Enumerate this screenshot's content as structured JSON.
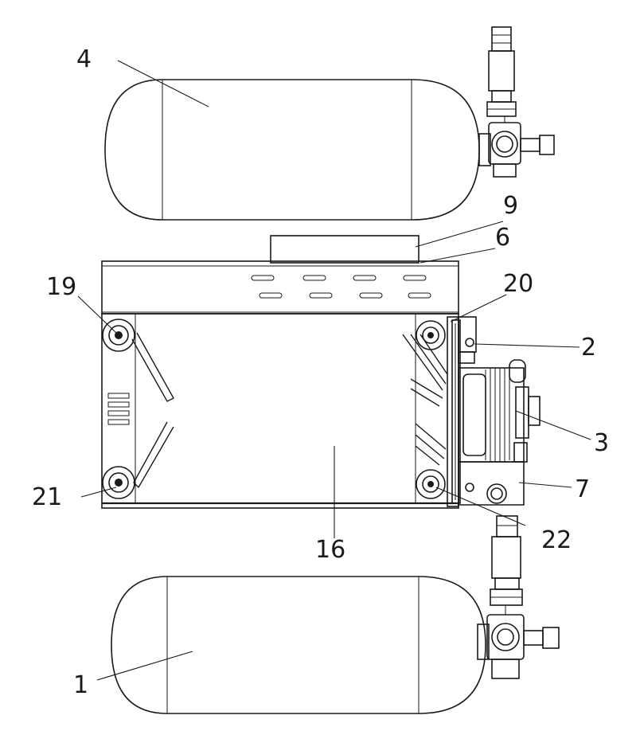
{
  "labels": {
    "tank_top": "4",
    "plate": "9",
    "frame_top": "6",
    "roller_top_left": "19",
    "roller_top_right": "20",
    "bracket": "2",
    "pulley": "3",
    "mount": "7",
    "roller_bottom_left": "21",
    "roller_bottom_right": "22",
    "panel": "16",
    "tank_bottom": "1"
  }
}
